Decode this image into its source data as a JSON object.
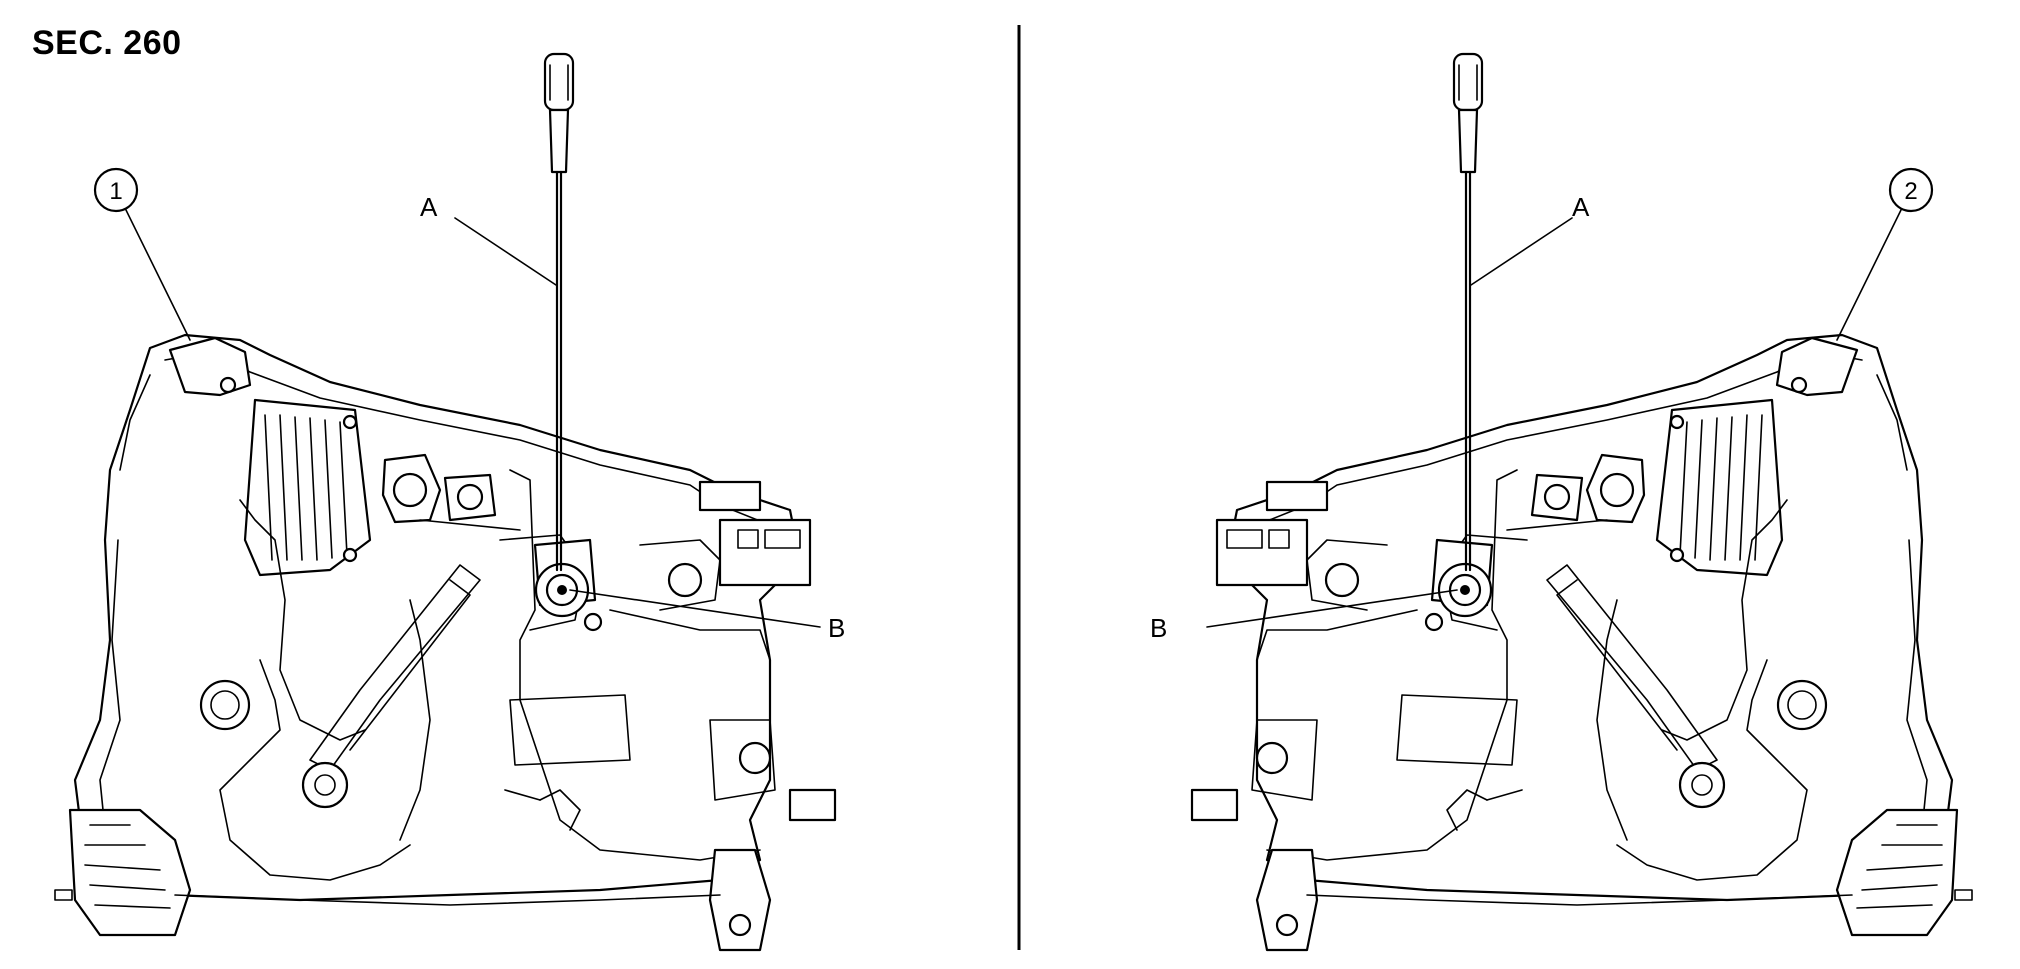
{
  "section_label": "SEC. 260",
  "left_view": {
    "callout_number": "1",
    "label_a": "A",
    "label_b": "B"
  },
  "right_view": {
    "callout_number": "2",
    "label_a": "A",
    "label_b": "B"
  }
}
